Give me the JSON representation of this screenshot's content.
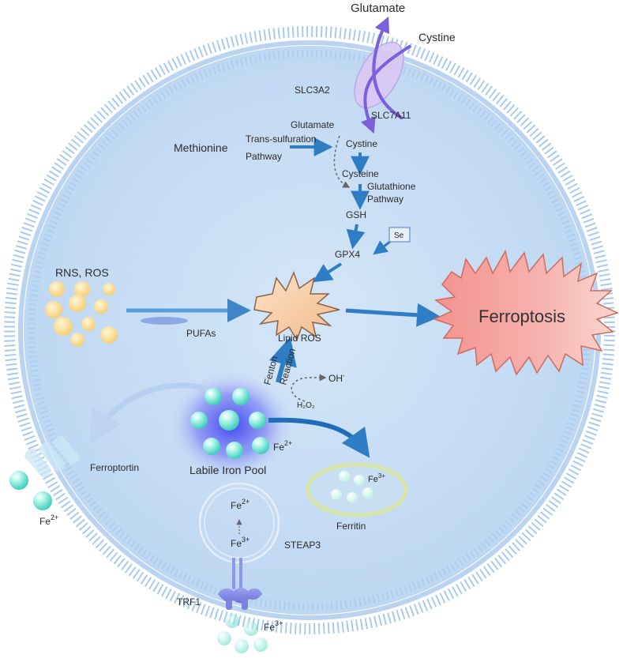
{
  "labels": {
    "glutamate_top": "Glutamate",
    "cystine_top": "Cystine",
    "slc3a2": "SLC3A2",
    "slc7a11": "SLC7A11",
    "glutamate_in": "Glutamate",
    "methionine": "Methionine",
    "trans_sulfuration": "Trans-sulfuration",
    "pathway_1": "Pathway",
    "cystine_in": "Cystine",
    "cysteine": "Cysteine",
    "glutathione": "Glutathione",
    "pathway_2": "Pathway",
    "gsh": "GSH",
    "se": "Se",
    "gpx4": "GPX4",
    "rns_ros": "RNS, ROS",
    "pufas": "PUFAs",
    "lipid_ros": "Lipid ROS",
    "ferroptosis": "Ferroptosis",
    "fenton": "Fenton",
    "reaction": "Reaction",
    "oh": "OH",
    "oh_sup": "-",
    "h2o2": "H₂O₂",
    "fe_base": "Fe",
    "fe2_sup": "2+",
    "fe3_sup": "3+",
    "labile_iron_pool": "Labile Iron Pool",
    "ferroptortin": "Ferroptortin",
    "ferritin": "Ferritin",
    "steap3": "STEAP3",
    "trf1": "TRF1"
  },
  "colors": {
    "cell_fill": "#c6dcf4",
    "membrane": "#9fc3ec",
    "arrow_blue": "#2f7dc4",
    "transporter_arrow": "#7c5fdc",
    "ferroptosis_fill": "#f4a3a3",
    "iron_sphere": "#66e3d0",
    "ros_sphere": "#f8d27a",
    "ferritin_ring": "#d7e6a6"
  }
}
